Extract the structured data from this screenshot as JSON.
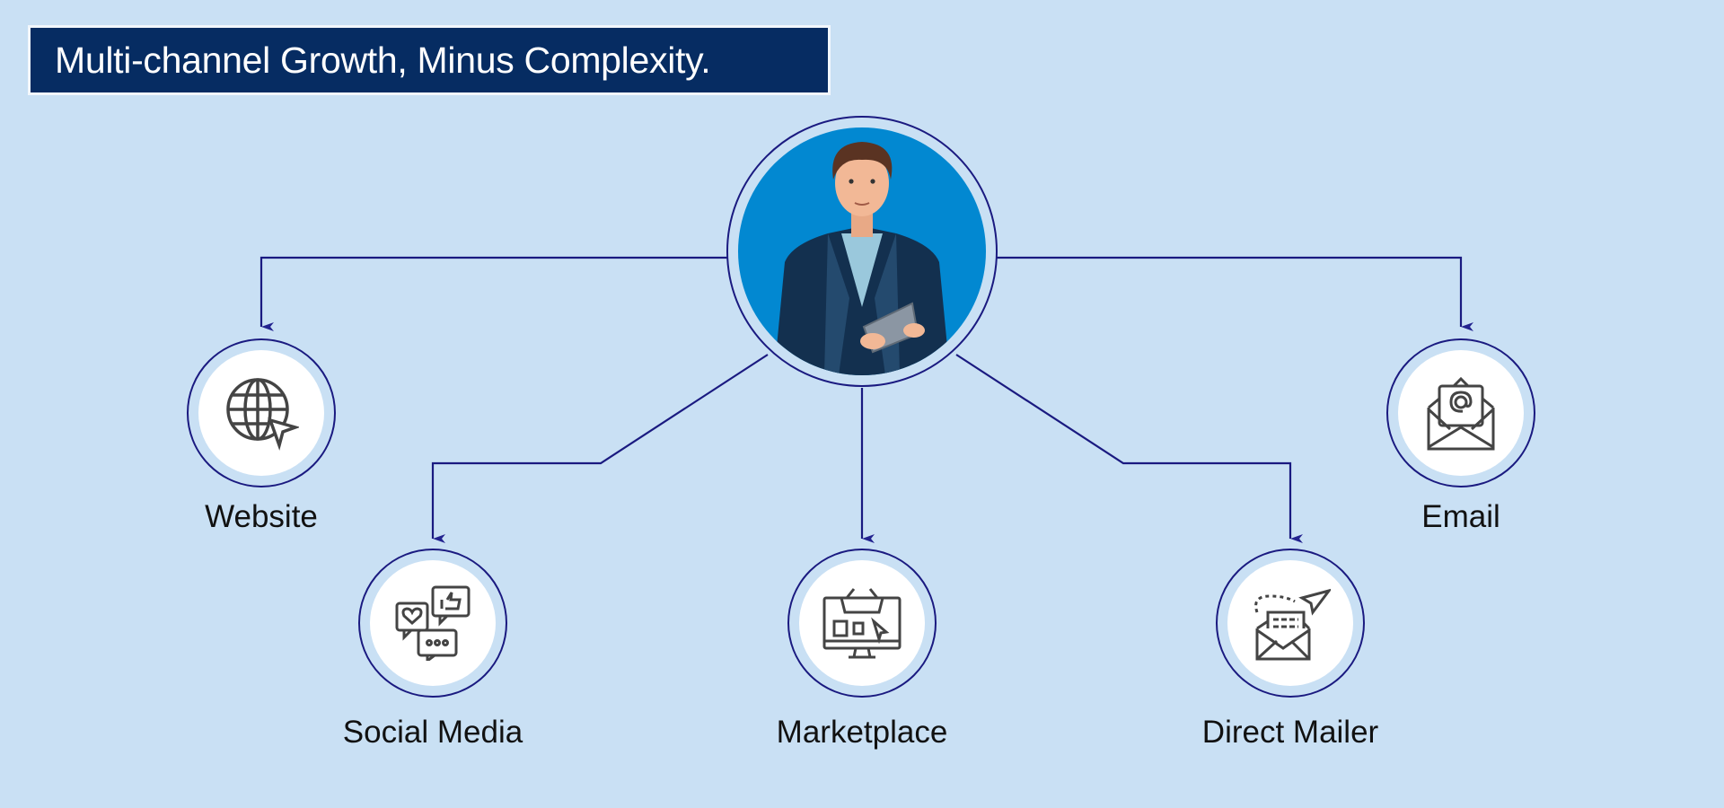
{
  "title": "Multi-channel Growth, Minus Complexity.",
  "hub": {
    "icon": "businessman-with-tablet-icon"
  },
  "channels": [
    {
      "label": "Website",
      "icon": "globe-cursor-icon"
    },
    {
      "label": "Social Media",
      "icon": "chat-bubbles-icon"
    },
    {
      "label": "Marketplace",
      "icon": "monitor-shopping-basket-icon"
    },
    {
      "label": "Direct Mailer",
      "icon": "envelope-paper-plane-icon"
    },
    {
      "label": "Email",
      "icon": "envelope-at-icon"
    }
  ],
  "colors": {
    "background": "#c9e0f4",
    "title_bg": "#062c62",
    "connector": "#1a1a80",
    "hub_fill": "#0288d1",
    "icon_stroke": "#444444"
  }
}
